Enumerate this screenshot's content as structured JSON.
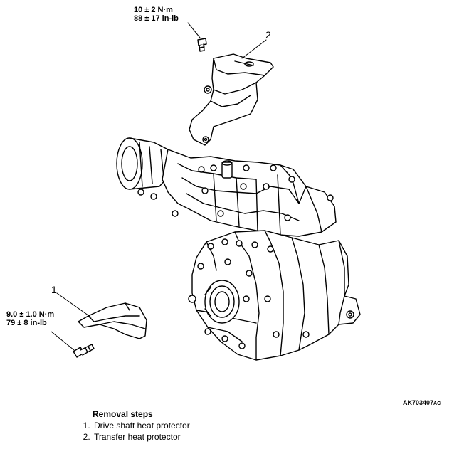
{
  "torque_top": {
    "metric": "10 ± 2 N·m",
    "imperial": "88 ± 17 in-lb"
  },
  "torque_left": {
    "metric": "9.0 ± 1.0 N·m",
    "imperial": "79 ± 8 in-lb"
  },
  "callouts": {
    "part_1": "1",
    "part_2": "2"
  },
  "figure_code": {
    "main": "AK703407",
    "suffix": "AC"
  },
  "removal": {
    "heading": "Removal steps",
    "steps": [
      "Drive shaft heat protector",
      "Transfer heat protector"
    ]
  }
}
